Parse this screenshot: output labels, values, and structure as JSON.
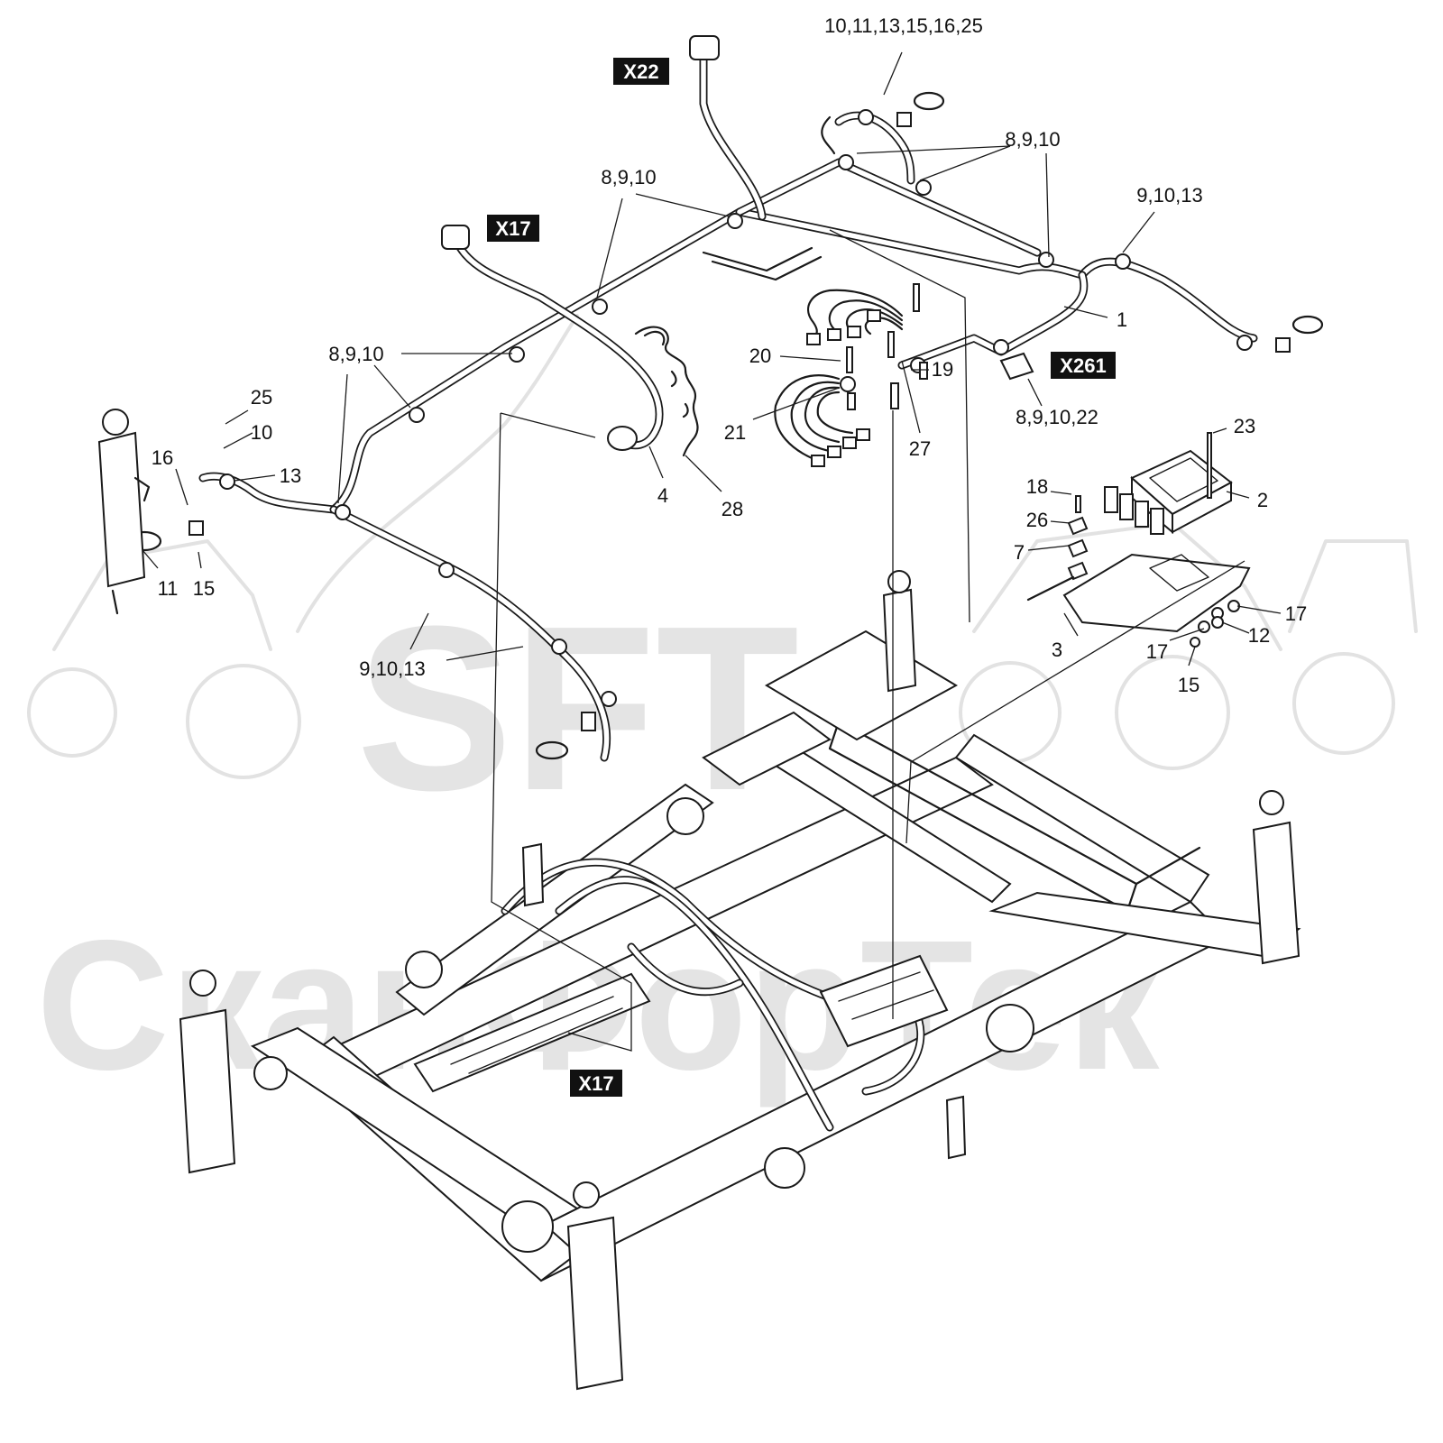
{
  "watermark": {
    "logo": "SFT",
    "company": "СканФорТек"
  },
  "connectors": {
    "x22": "X22",
    "x17_top": "X17",
    "x17_bottom": "X17",
    "x261": "X261"
  },
  "callouts": {
    "c_top_group": "10,11,13,15,16,25",
    "c_8910_a": "8,9,10",
    "c_8910_b": "8,9,10",
    "c_8910_c": "8,9,10",
    "c_91013_a": "9,10,13",
    "c_1": "1",
    "c_20": "20",
    "c_19": "19",
    "c_8910_22": "8,9,10,22",
    "c_21": "21",
    "c_27": "27",
    "c_25": "25",
    "c_10": "10",
    "c_16": "16",
    "c_13": "13",
    "c_4": "4",
    "c_28": "28",
    "c_11": "11",
    "c_15_left": "15",
    "c_23": "23",
    "c_18": "18",
    "c_2": "2",
    "c_26": "26",
    "c_7": "7",
    "c_17_right": "17",
    "c_12": "12",
    "c_3": "3",
    "c_17_mid": "17",
    "c_15_right": "15",
    "c_91013_b": "9,10,13"
  }
}
